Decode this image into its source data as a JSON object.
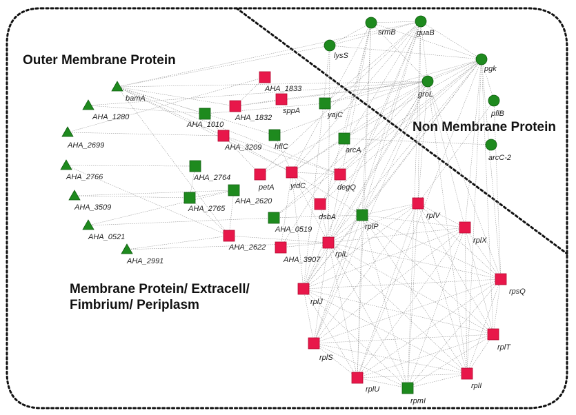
{
  "colors": {
    "red": "#e8174a",
    "green": "#1e8a1e",
    "red_stroke": "#b3082f",
    "green_stroke": "#0f5c0f",
    "edge": "#9a9a9a",
    "boundary": "#111111"
  },
  "regions": {
    "outer_membrane": "Outer Membrane Protein",
    "non_membrane": "Non Membrane Protein",
    "membrane_line1": "Membrane Protein/ Extracell/",
    "membrane_line2": "Fimbrium/ Periplasm"
  },
  "nodes": [
    {
      "id": "srmB",
      "label": "srmB",
      "shape": "circle",
      "color": "green"
    },
    {
      "id": "guaB",
      "label": "guaB",
      "shape": "circle",
      "color": "green"
    },
    {
      "id": "lysS",
      "label": "lysS",
      "shape": "circle",
      "color": "green"
    },
    {
      "id": "pgk",
      "label": "pgk",
      "shape": "circle",
      "color": "green"
    },
    {
      "id": "groL",
      "label": "groL",
      "shape": "circle",
      "color": "green"
    },
    {
      "id": "pflB",
      "label": "pflB",
      "shape": "circle",
      "color": "green"
    },
    {
      "id": "arcC-2",
      "label": "arcC-2",
      "shape": "circle",
      "color": "green"
    },
    {
      "id": "bamA",
      "label": "bamA",
      "shape": "triangle",
      "color": "green"
    },
    {
      "id": "AHA_1280",
      "label": "AHA_1280",
      "shape": "triangle",
      "color": "green"
    },
    {
      "id": "AHA_2699",
      "label": "AHA_2699",
      "shape": "triangle",
      "color": "green"
    },
    {
      "id": "AHA_2766",
      "label": "AHA_2766",
      "shape": "triangle",
      "color": "green"
    },
    {
      "id": "AHA_3509",
      "label": "AHA_3509",
      "shape": "triangle",
      "color": "green"
    },
    {
      "id": "AHA_0521",
      "label": "AHA_0521",
      "shape": "triangle",
      "color": "green"
    },
    {
      "id": "AHA_2991",
      "label": "AHA_2991",
      "shape": "triangle",
      "color": "green"
    },
    {
      "id": "AHA_1833",
      "label": "AHA_1833",
      "shape": "square",
      "color": "red"
    },
    {
      "id": "AHA_1832",
      "label": "AHA_1832",
      "shape": "square",
      "color": "red"
    },
    {
      "id": "sppA",
      "label": "sppA",
      "shape": "square",
      "color": "red"
    },
    {
      "id": "AHA_1010",
      "label": "AHA_1010",
      "shape": "square",
      "color": "green"
    },
    {
      "id": "yajC",
      "label": "yajC",
      "shape": "square",
      "color": "green"
    },
    {
      "id": "hflC",
      "label": "hflC",
      "shape": "square",
      "color": "green"
    },
    {
      "id": "AHA_3209",
      "label": "AHA_3209",
      "shape": "square",
      "color": "red"
    },
    {
      "id": "arcA",
      "label": "arcA",
      "shape": "square",
      "color": "green"
    },
    {
      "id": "AHA_2764",
      "label": "AHA_2764",
      "shape": "square",
      "color": "green"
    },
    {
      "id": "petA",
      "label": "petA",
      "shape": "square",
      "color": "red"
    },
    {
      "id": "yidC",
      "label": "yidC",
      "shape": "square",
      "color": "red"
    },
    {
      "id": "degQ",
      "label": "degQ",
      "shape": "square",
      "color": "red"
    },
    {
      "id": "AHA_2620",
      "label": "AHA_2620",
      "shape": "square",
      "color": "green"
    },
    {
      "id": "AHA_2765",
      "label": "AHA_2765",
      "shape": "square",
      "color": "green"
    },
    {
      "id": "dsbA",
      "label": "dsbA",
      "shape": "square",
      "color": "red"
    },
    {
      "id": "AHA_0519",
      "label": "AHA_0519",
      "shape": "square",
      "color": "green"
    },
    {
      "id": "AHA_2622",
      "label": "AHA_2622",
      "shape": "square",
      "color": "red"
    },
    {
      "id": "AHA_3907",
      "label": "AHA_3907",
      "shape": "square",
      "color": "red"
    },
    {
      "id": "rplP",
      "label": "rplP",
      "shape": "square",
      "color": "green"
    },
    {
      "id": "rplV",
      "label": "rplV",
      "shape": "square",
      "color": "red"
    },
    {
      "id": "rplX",
      "label": "rplX",
      "shape": "square",
      "color": "red"
    },
    {
      "id": "rplL",
      "label": "rplL",
      "shape": "square",
      "color": "red"
    },
    {
      "id": "rpsQ",
      "label": "rpsQ",
      "shape": "square",
      "color": "red"
    },
    {
      "id": "rplJ",
      "label": "rplJ",
      "shape": "square",
      "color": "red"
    },
    {
      "id": "rplT",
      "label": "rplT",
      "shape": "square",
      "color": "red"
    },
    {
      "id": "rplS",
      "label": "rplS",
      "shape": "square",
      "color": "red"
    },
    {
      "id": "rplU",
      "label": "rplU",
      "shape": "square",
      "color": "red"
    },
    {
      "id": "rpmI",
      "label": "rpmI",
      "shape": "square",
      "color": "green"
    },
    {
      "id": "rplI",
      "label": "rplI",
      "shape": "square",
      "color": "red"
    }
  ],
  "edges": [
    [
      "bamA",
      "lysS"
    ],
    [
      "bamA",
      "guaB"
    ],
    [
      "bamA",
      "groL"
    ],
    [
      "bamA",
      "AHA_1832"
    ],
    [
      "bamA",
      "AHA_1010"
    ],
    [
      "bamA",
      "AHA_3209"
    ],
    [
      "bamA",
      "hflC"
    ],
    [
      "bamA",
      "yidC"
    ],
    [
      "bamA",
      "AHA_2622"
    ],
    [
      "bamA",
      "degQ"
    ],
    [
      "AHA_1280",
      "AHA_1010"
    ],
    [
      "AHA_1280",
      "groL"
    ],
    [
      "AHA_2699",
      "AHA_1833"
    ],
    [
      "AHA_2699",
      "AHA_3209"
    ],
    [
      "AHA_2766",
      "AHA_2764"
    ],
    [
      "AHA_2766",
      "AHA_2622"
    ],
    [
      "AHA_3509",
      "AHA_2765"
    ],
    [
      "AHA_3509",
      "AHA_2620"
    ],
    [
      "AHA_0521",
      "AHA_0519"
    ],
    [
      "AHA_0521",
      "AHA_2620"
    ],
    [
      "AHA_2991",
      "AHA_2622"
    ],
    [
      "AHA_2991",
      "rplL"
    ],
    [
      "AHA_1833",
      "AHA_1832"
    ],
    [
      "AHA_1832",
      "sppA"
    ],
    [
      "AHA_1832",
      "groL"
    ],
    [
      "AHA_1010",
      "yajC"
    ],
    [
      "AHA_1010",
      "AHA_3209"
    ],
    [
      "sppA",
      "groL"
    ],
    [
      "yajC",
      "guaB"
    ],
    [
      "yajC",
      "groL"
    ],
    [
      "yajC",
      "pgk"
    ],
    [
      "hflC",
      "yidC"
    ],
    [
      "hflC",
      "pgk"
    ],
    [
      "AHA_3209",
      "yidC"
    ],
    [
      "AHA_3209",
      "petA"
    ],
    [
      "AHA_3209",
      "degQ"
    ],
    [
      "arcA",
      "arcC-2"
    ],
    [
      "arcA",
      "pgk"
    ],
    [
      "arcA",
      "srmB"
    ],
    [
      "arcA",
      "yidC"
    ],
    [
      "yidC",
      "guaB"
    ],
    [
      "yidC",
      "groL"
    ],
    [
      "yidC",
      "srmB"
    ],
    [
      "yidC",
      "dsbA"
    ],
    [
      "yidC",
      "degQ"
    ],
    [
      "yidC",
      "rplP"
    ],
    [
      "yidC",
      "rplL"
    ],
    [
      "yidC",
      "rplJ"
    ],
    [
      "yidC",
      "AHA_3907"
    ],
    [
      "petA",
      "groL"
    ],
    [
      "petA",
      "guaB"
    ],
    [
      "degQ",
      "groL"
    ],
    [
      "degQ",
      "pgk"
    ],
    [
      "degQ",
      "dsbA"
    ],
    [
      "AHA_2764",
      "AHA_2765"
    ],
    [
      "AHA_2765",
      "AHA_2620"
    ],
    [
      "AHA_2620",
      "AHA_2622"
    ],
    [
      "AHA_2765",
      "AHA_2622"
    ],
    [
      "dsbA",
      "rplL"
    ],
    [
      "dsbA",
      "pgk"
    ],
    [
      "AHA_0519",
      "rplP"
    ],
    [
      "AHA_0519",
      "pgk"
    ],
    [
      "AHA_0519",
      "groL"
    ],
    [
      "AHA_2622",
      "rplL"
    ],
    [
      "AHA_3907",
      "rplL"
    ],
    [
      "AHA_3907",
      "guaB"
    ],
    [
      "lysS",
      "srmB"
    ],
    [
      "lysS",
      "guaB"
    ],
    [
      "lysS",
      "pgk"
    ],
    [
      "srmB",
      "guaB"
    ],
    [
      "srmB",
      "pgk"
    ],
    [
      "guaB",
      "pgk"
    ],
    [
      "groL",
      "pgk"
    ],
    [
      "groL",
      "guaB"
    ],
    [
      "groL",
      "srmB"
    ],
    [
      "pflB",
      "pgk"
    ],
    [
      "groL",
      "rplP"
    ],
    [
      "groL",
      "rplL"
    ],
    [
      "groL",
      "rplJ"
    ],
    [
      "groL",
      "rplV"
    ],
    [
      "groL",
      "rplX"
    ],
    [
      "groL",
      "rplS"
    ],
    [
      "groL",
      "rpsQ"
    ],
    [
      "groL",
      "rplI"
    ],
    [
      "guaB",
      "rplL"
    ],
    [
      "guaB",
      "rplP"
    ],
    [
      "guaB",
      "rplJ"
    ],
    [
      "guaB",
      "rplV"
    ],
    [
      "guaB",
      "rplS"
    ],
    [
      "guaB",
      "rpmI"
    ],
    [
      "srmB",
      "rplL"
    ],
    [
      "srmB",
      "rplJ"
    ],
    [
      "srmB",
      "rplP"
    ],
    [
      "srmB",
      "rplU"
    ],
    [
      "pgk",
      "rplL"
    ],
    [
      "pgk",
      "rplJ"
    ],
    [
      "pgk",
      "rplP"
    ],
    [
      "pgk",
      "rplX"
    ],
    [
      "pgk",
      "rpsQ"
    ],
    [
      "pgk",
      "rplT"
    ],
    [
      "pgk",
      "rplU"
    ],
    [
      "pgk",
      "rplI"
    ],
    [
      "lysS",
      "rplL"
    ],
    [
      "lysS",
      "rplJ"
    ],
    [
      "pflB",
      "rplV"
    ],
    [
      "pflB",
      "rpsQ"
    ],
    [
      "rplP",
      "rplV"
    ],
    [
      "rplP",
      "rplX"
    ],
    [
      "rplP",
      "rplL"
    ],
    [
      "rplP",
      "rplJ"
    ],
    [
      "rplP",
      "rplS"
    ],
    [
      "rplP",
      "rplU"
    ],
    [
      "rplP",
      "rpmI"
    ],
    [
      "rplP",
      "rplI"
    ],
    [
      "rplP",
      "rplT"
    ],
    [
      "rplP",
      "rpsQ"
    ],
    [
      "rplV",
      "rplX"
    ],
    [
      "rplV",
      "rplL"
    ],
    [
      "rplV",
      "rplJ"
    ],
    [
      "rplV",
      "rplS"
    ],
    [
      "rplV",
      "rplU"
    ],
    [
      "rplV",
      "rpmI"
    ],
    [
      "rplV",
      "rplI"
    ],
    [
      "rplV",
      "rplT"
    ],
    [
      "rplV",
      "rpsQ"
    ],
    [
      "rplX",
      "rplL"
    ],
    [
      "rplX",
      "rplJ"
    ],
    [
      "rplX",
      "rplS"
    ],
    [
      "rplX",
      "rplU"
    ],
    [
      "rplX",
      "rpmI"
    ],
    [
      "rplX",
      "rplI"
    ],
    [
      "rplX",
      "rplT"
    ],
    [
      "rplX",
      "rpsQ"
    ],
    [
      "rplL",
      "rplJ"
    ],
    [
      "rplL",
      "rplS"
    ],
    [
      "rplL",
      "rplU"
    ],
    [
      "rplL",
      "rpmI"
    ],
    [
      "rplL",
      "rplI"
    ],
    [
      "rplL",
      "rplT"
    ],
    [
      "rplL",
      "rpsQ"
    ],
    [
      "rpsQ",
      "rplJ"
    ],
    [
      "rpsQ",
      "rplS"
    ],
    [
      "rpsQ",
      "rplU"
    ],
    [
      "rpsQ",
      "rpmI"
    ],
    [
      "rpsQ",
      "rplI"
    ],
    [
      "rpsQ",
      "rplT"
    ],
    [
      "rplJ",
      "rplS"
    ],
    [
      "rplJ",
      "rplU"
    ],
    [
      "rplJ",
      "rpmI"
    ],
    [
      "rplJ",
      "rplI"
    ],
    [
      "rplJ",
      "rplT"
    ],
    [
      "rplT",
      "rplS"
    ],
    [
      "rplT",
      "rplU"
    ],
    [
      "rplT",
      "rpmI"
    ],
    [
      "rplT",
      "rplI"
    ],
    [
      "rplS",
      "rplU"
    ],
    [
      "rplS",
      "rpmI"
    ],
    [
      "rplS",
      "rplI"
    ],
    [
      "rplU",
      "rpmI"
    ],
    [
      "rplU",
      "rplI"
    ],
    [
      "rpmI",
      "rplI"
    ]
  ]
}
